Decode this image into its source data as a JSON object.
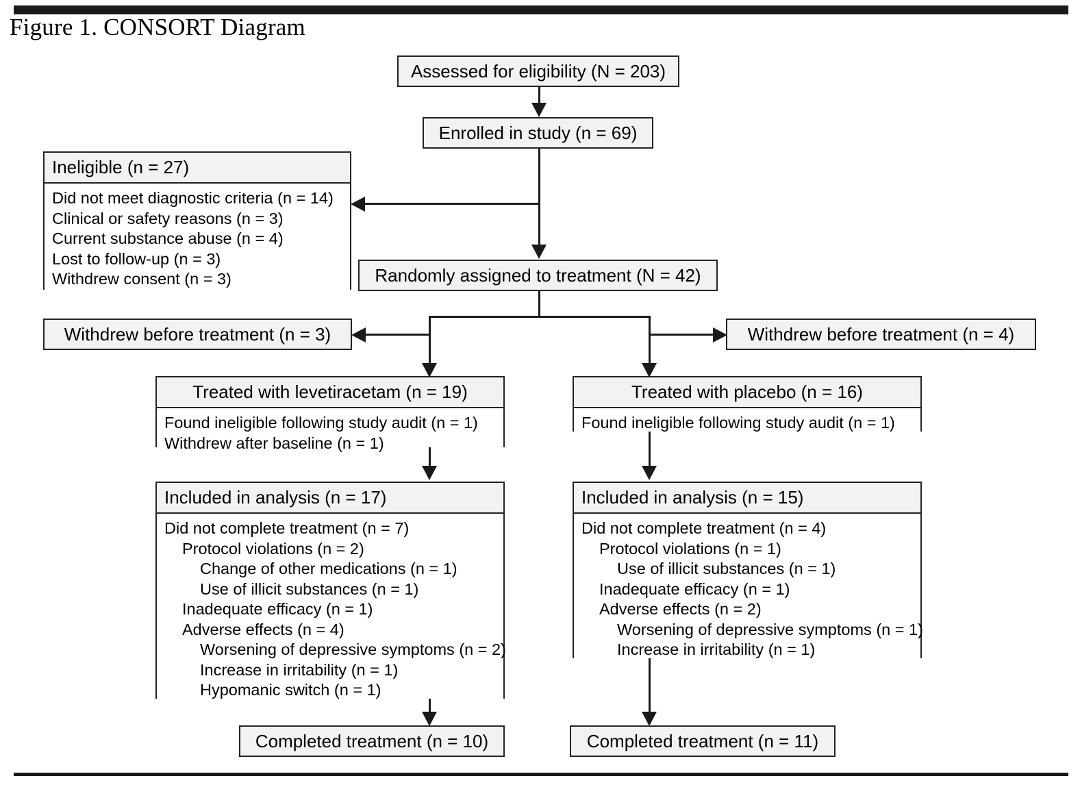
{
  "figure": {
    "title": "Figure 1. CONSORT Diagram"
  },
  "nodes": {
    "assessed": {
      "label": "Assessed for eligibility (N = 203)"
    },
    "enrolled": {
      "label": "Enrolled in study (n = 69)"
    },
    "randomized": {
      "label": "Randomly assigned to treatment (N = 42)"
    },
    "ineligible": {
      "header": "Ineligible (n = 27)",
      "items": [
        {
          "text": "Did not meet diagnostic criteria (n = 14)",
          "indent": 0
        },
        {
          "text": "Clinical or safety reasons (n = 3)",
          "indent": 0
        },
        {
          "text": "Current substance abuse (n = 4)",
          "indent": 0
        },
        {
          "text": "Lost to follow-up (n = 3)",
          "indent": 0
        },
        {
          "text": "Withdrew consent (n = 3)",
          "indent": 0
        }
      ]
    },
    "withdrew_left": {
      "label": "Withdrew before treatment (n = 3)"
    },
    "withdrew_right": {
      "label": "Withdrew before treatment (n = 4)"
    },
    "treated_left": {
      "header": "Treated with levetiracetam (n = 19)",
      "items": [
        {
          "text": "Found ineligible following study audit (n = 1)",
          "indent": 0
        },
        {
          "text": "Withdrew after baseline (n = 1)",
          "indent": 0
        }
      ]
    },
    "treated_right": {
      "header": "Treated with placebo (n = 16)",
      "items": [
        {
          "text": "Found ineligible following study audit (n = 1)",
          "indent": 0
        }
      ]
    },
    "analysis_left": {
      "header": "Included in analysis (n = 17)",
      "items": [
        {
          "text": "Did not complete treatment (n = 7)",
          "indent": 0
        },
        {
          "text": "Protocol violations (n = 2)",
          "indent": 1
        },
        {
          "text": "Change of other medications (n = 1)",
          "indent": 2
        },
        {
          "text": "Use of illicit substances (n = 1)",
          "indent": 2
        },
        {
          "text": "Inadequate efficacy (n = 1)",
          "indent": 1
        },
        {
          "text": "Adverse effects (n = 4)",
          "indent": 1
        },
        {
          "text": "Worsening of depressive symptoms (n = 2)",
          "indent": 2
        },
        {
          "text": "Increase in irritability (n = 1)",
          "indent": 2
        },
        {
          "text": "Hypomanic switch (n = 1)",
          "indent": 2
        }
      ]
    },
    "analysis_right": {
      "header": "Included in analysis (n = 15)",
      "items": [
        {
          "text": "Did not complete treatment (n = 4)",
          "indent": 0
        },
        {
          "text": "Protocol violations (n = 1)",
          "indent": 1
        },
        {
          "text": "Use of illicit substances (n = 1)",
          "indent": 2
        },
        {
          "text": "Inadequate efficacy (n = 1)",
          "indent": 1
        },
        {
          "text": "Adverse effects (n = 2)",
          "indent": 1
        },
        {
          "text": "Worsening of depressive symptoms (n = 1)",
          "indent": 2
        },
        {
          "text": "Increase in irritability (n = 1)",
          "indent": 2
        }
      ]
    },
    "completed_left": {
      "label": "Completed treatment (n = 10)"
    },
    "completed_right": {
      "label": "Completed treatment (n = 11)"
    }
  },
  "colors": {
    "box_fill": "#f2f2f2",
    "box_body_fill": "#ffffff",
    "stroke": "#232323",
    "rule": "#1a1a1a",
    "text": "#000000"
  }
}
